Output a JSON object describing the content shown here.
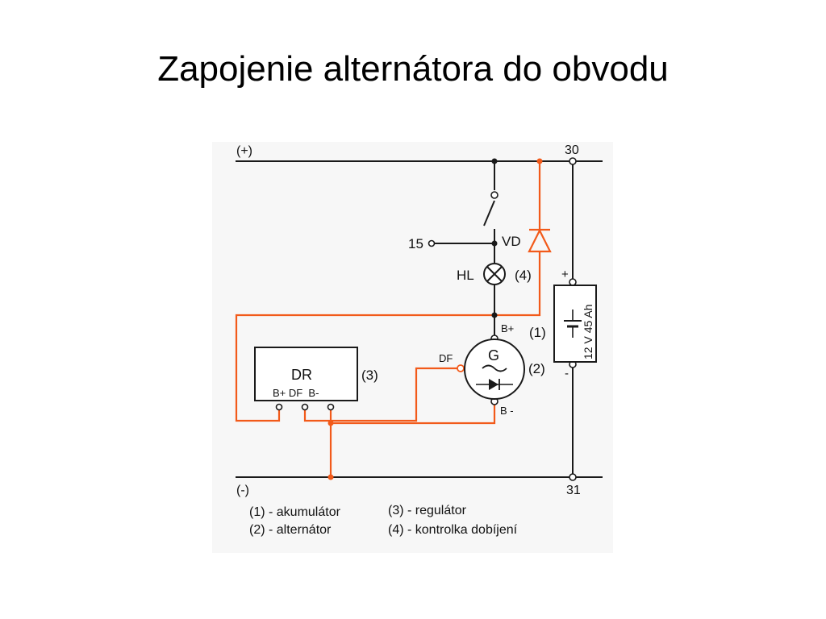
{
  "title": "Zapojenie alternátora do obvodu",
  "colors": {
    "wire_black": "#1a1a1a",
    "wire_orange": "#f25a1a",
    "background": "#ffffff",
    "figure_background": "#f7f7f7"
  },
  "diagram": {
    "rail_plus_label": "(+)",
    "rail_plus_terminal": "30",
    "rail_minus_label": "(-)",
    "rail_minus_terminal": "31",
    "switch_terminal": "15",
    "diode_label": "VD",
    "lamp_label": "HL",
    "lamp_number": "(4)",
    "generator_label": "G",
    "generator_number": "(2)",
    "generator_bplus": "B+",
    "generator_df": "DF",
    "generator_bminus": "B -",
    "battery_number": "(1)",
    "battery_plus": "+",
    "battery_minus": "-",
    "battery_rating": "12 V  45 Ah",
    "regulator_label": "DR",
    "regulator_number": "(3)",
    "regulator_pins": "B+ DF  B-",
    "legend": {
      "item1": "(1) - akumulátor",
      "item2": "(2) - alternátor",
      "item3": "(3) - regulátor",
      "item4": "(4) - kontrolka dobíjení"
    }
  }
}
